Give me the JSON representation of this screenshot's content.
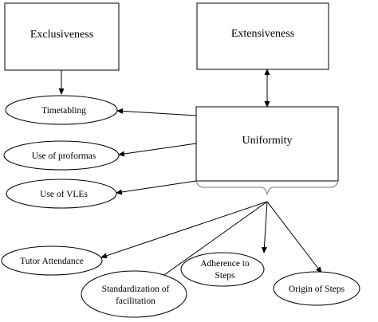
{
  "diagram": {
    "boxes": {
      "exclusiveness": "Exclusiveness",
      "extensiveness": "Extensiveness",
      "uniformity": "Uniformity"
    },
    "ovals": {
      "timetabling": "Timetabling",
      "use_of_proformas": "Use of proformas",
      "use_of_vles": "Use of VLEs",
      "tutor_attendance": "Tutor Attendance",
      "standardization_line1": "Standardization of",
      "standardization_line2": "facilitation",
      "adherence_line1": "Adherence to",
      "adherence_line2": "Steps",
      "origin_of_steps": "Origin of Steps"
    }
  }
}
